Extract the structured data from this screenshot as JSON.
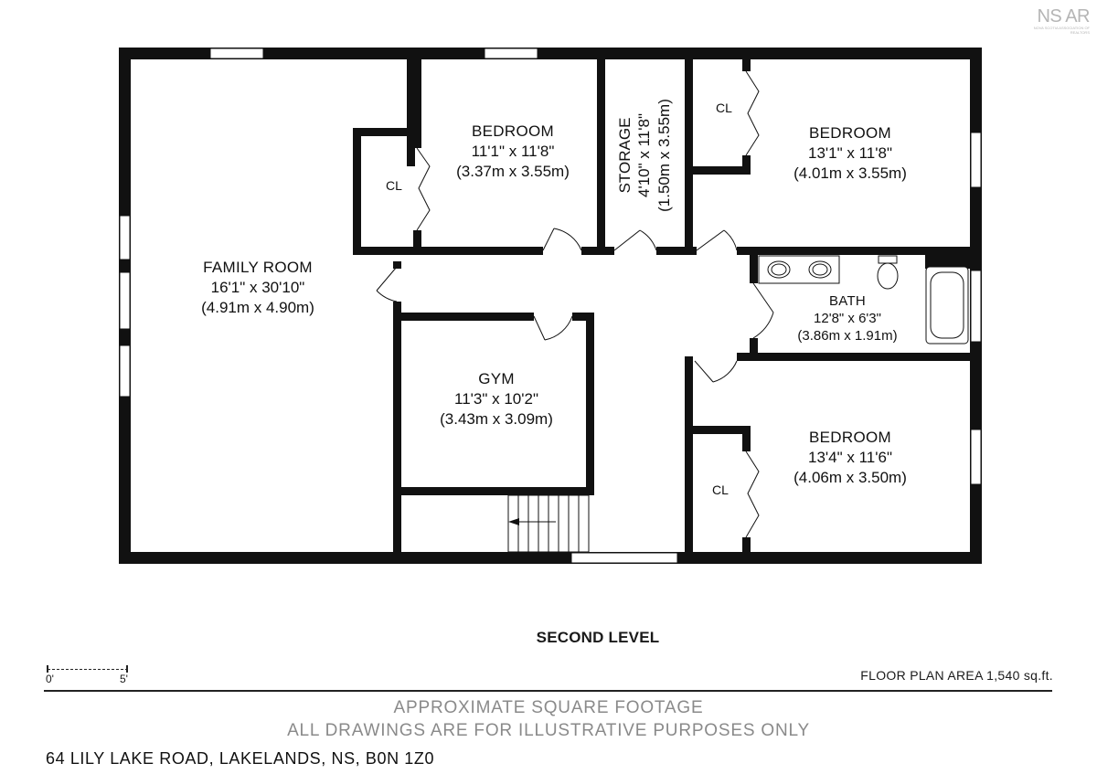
{
  "logo": {
    "text": "NS AR",
    "sub": "NOVA SCOTIA ASSOCIATION OF REALTORS"
  },
  "rooms": {
    "family_room": {
      "name": "FAMILY ROOM",
      "dim_imperial": "16'1\" x 30'10\"",
      "dim_metric": "(4.91m x 4.90m)"
    },
    "bedroom1": {
      "name": "BEDROOM",
      "dim_imperial": "11'1\" x 11'8\"",
      "dim_metric": "(3.37m x 3.55m)"
    },
    "storage": {
      "name": "STORAGE",
      "dim_imperial": "4'10\" x 11'8\"",
      "dim_metric": "(1.50m x 3.55m)"
    },
    "bedroom2": {
      "name": "BEDROOM",
      "dim_imperial": "13'1\" x 11'8\"",
      "dim_metric": "(4.01m x 3.55m)"
    },
    "bath": {
      "name": "BATH",
      "dim_imperial": "12'8\" x 6'3\"",
      "dim_metric": "(3.86m x 1.91m)"
    },
    "gym": {
      "name": "GYM",
      "dim_imperial": "11'3\" x 10'2\"",
      "dim_metric": "(3.43m x 3.09m)"
    },
    "bedroom3": {
      "name": "BEDROOM",
      "dim_imperial": "13'4\" x 11'6\"",
      "dim_metric": "(4.06m x 3.50m)"
    }
  },
  "closet_label": "CL",
  "level_title": "SECOND LEVEL",
  "scale": {
    "start": "0'",
    "end": "5'"
  },
  "floor_plan_area": "FLOOR PLAN AREA 1,540 sq.ft.",
  "disclaimer_line1": "APPROXIMATE SQUARE FOOTAGE",
  "disclaimer_line2": "ALL DRAWINGS ARE FOR ILLUSTRATIVE PURPOSES ONLY",
  "address": "64 LILY LAKE ROAD, LAKELANDS, NS, B0N 1Z0"
}
